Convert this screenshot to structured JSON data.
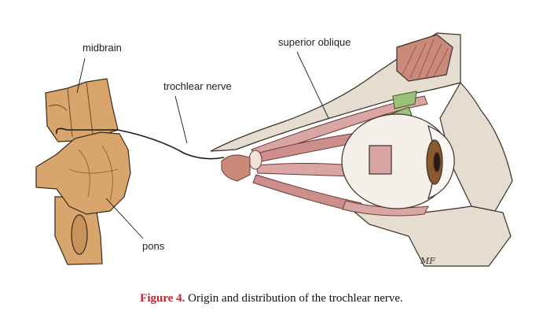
{
  "labels": {
    "midbrain": "midbrain",
    "trochlear_nerve": "trochlear nerve",
    "superior_oblique": "superior oblique",
    "pons": "pons"
  },
  "caption": {
    "number": "Figure 4.",
    "text": "Origin and distribution of the trochlear nerve."
  },
  "signature": "MF",
  "colors": {
    "brainstem": "#d8a56d",
    "brainstem_dark": "#b9844d",
    "muscle": "#d9a6a3",
    "muscle_dark": "#b9716d",
    "bone": "#e5ddd0",
    "tendon_green": "#9cc27a",
    "caption_red": "#c0282d",
    "iris": "#8a5a2e"
  }
}
